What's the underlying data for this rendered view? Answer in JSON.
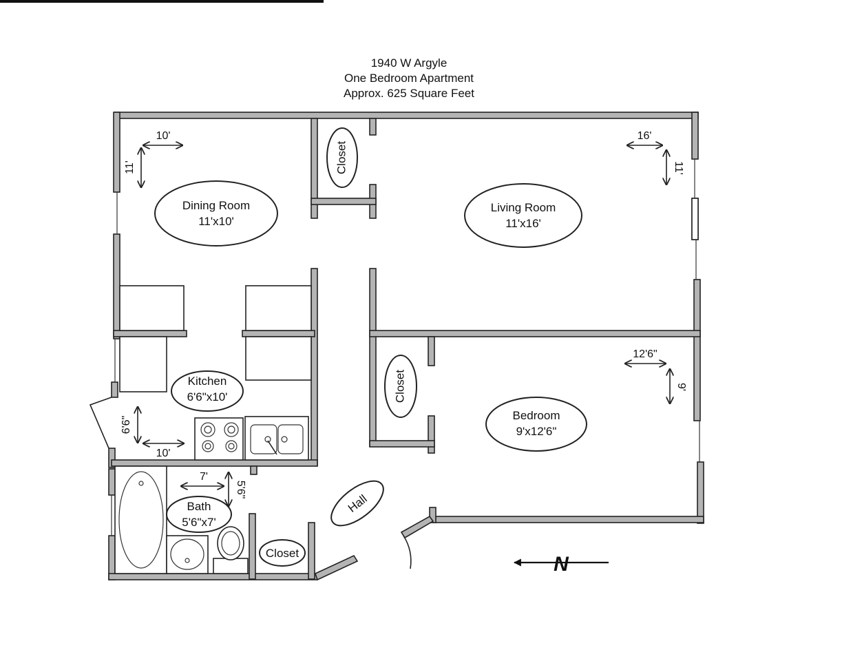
{
  "title": {
    "address": "1940 W Argyle",
    "unit_type": "One Bedroom Apartment",
    "area": "Approx. 625 Square Feet"
  },
  "rooms": {
    "dining": {
      "name": "Dining Room",
      "size": "11'x10'"
    },
    "living": {
      "name": "Living Room",
      "size": "11'x16'"
    },
    "bedroom": {
      "name": "Bedroom",
      "size": "9'x12'6\""
    },
    "kitchen": {
      "name": "Kitchen",
      "size": "6'6\"x10'"
    },
    "bath": {
      "name": "Bath",
      "size": "5'6\"x7'"
    },
    "hall": {
      "name": "Hall"
    },
    "closet_top": {
      "name": "Closet"
    },
    "closet_bedroom": {
      "name": "Closet"
    },
    "closet_hall": {
      "name": "Closet"
    }
  },
  "dimensions": {
    "dining_width": "10'",
    "dining_depth": "11'",
    "living_width": "16'",
    "living_depth": "11'",
    "bedroom_width": "12'6\"",
    "bedroom_depth": "9'",
    "kitchen_width": "10'",
    "kitchen_depth": "6'6\"",
    "bath_width": "7'",
    "bath_depth": "5'6\""
  },
  "compass": {
    "label": "N",
    "direction": "left"
  },
  "colors": {
    "wall_fill": "#b4b4b4",
    "line": "#222222",
    "background": "#ffffff"
  }
}
